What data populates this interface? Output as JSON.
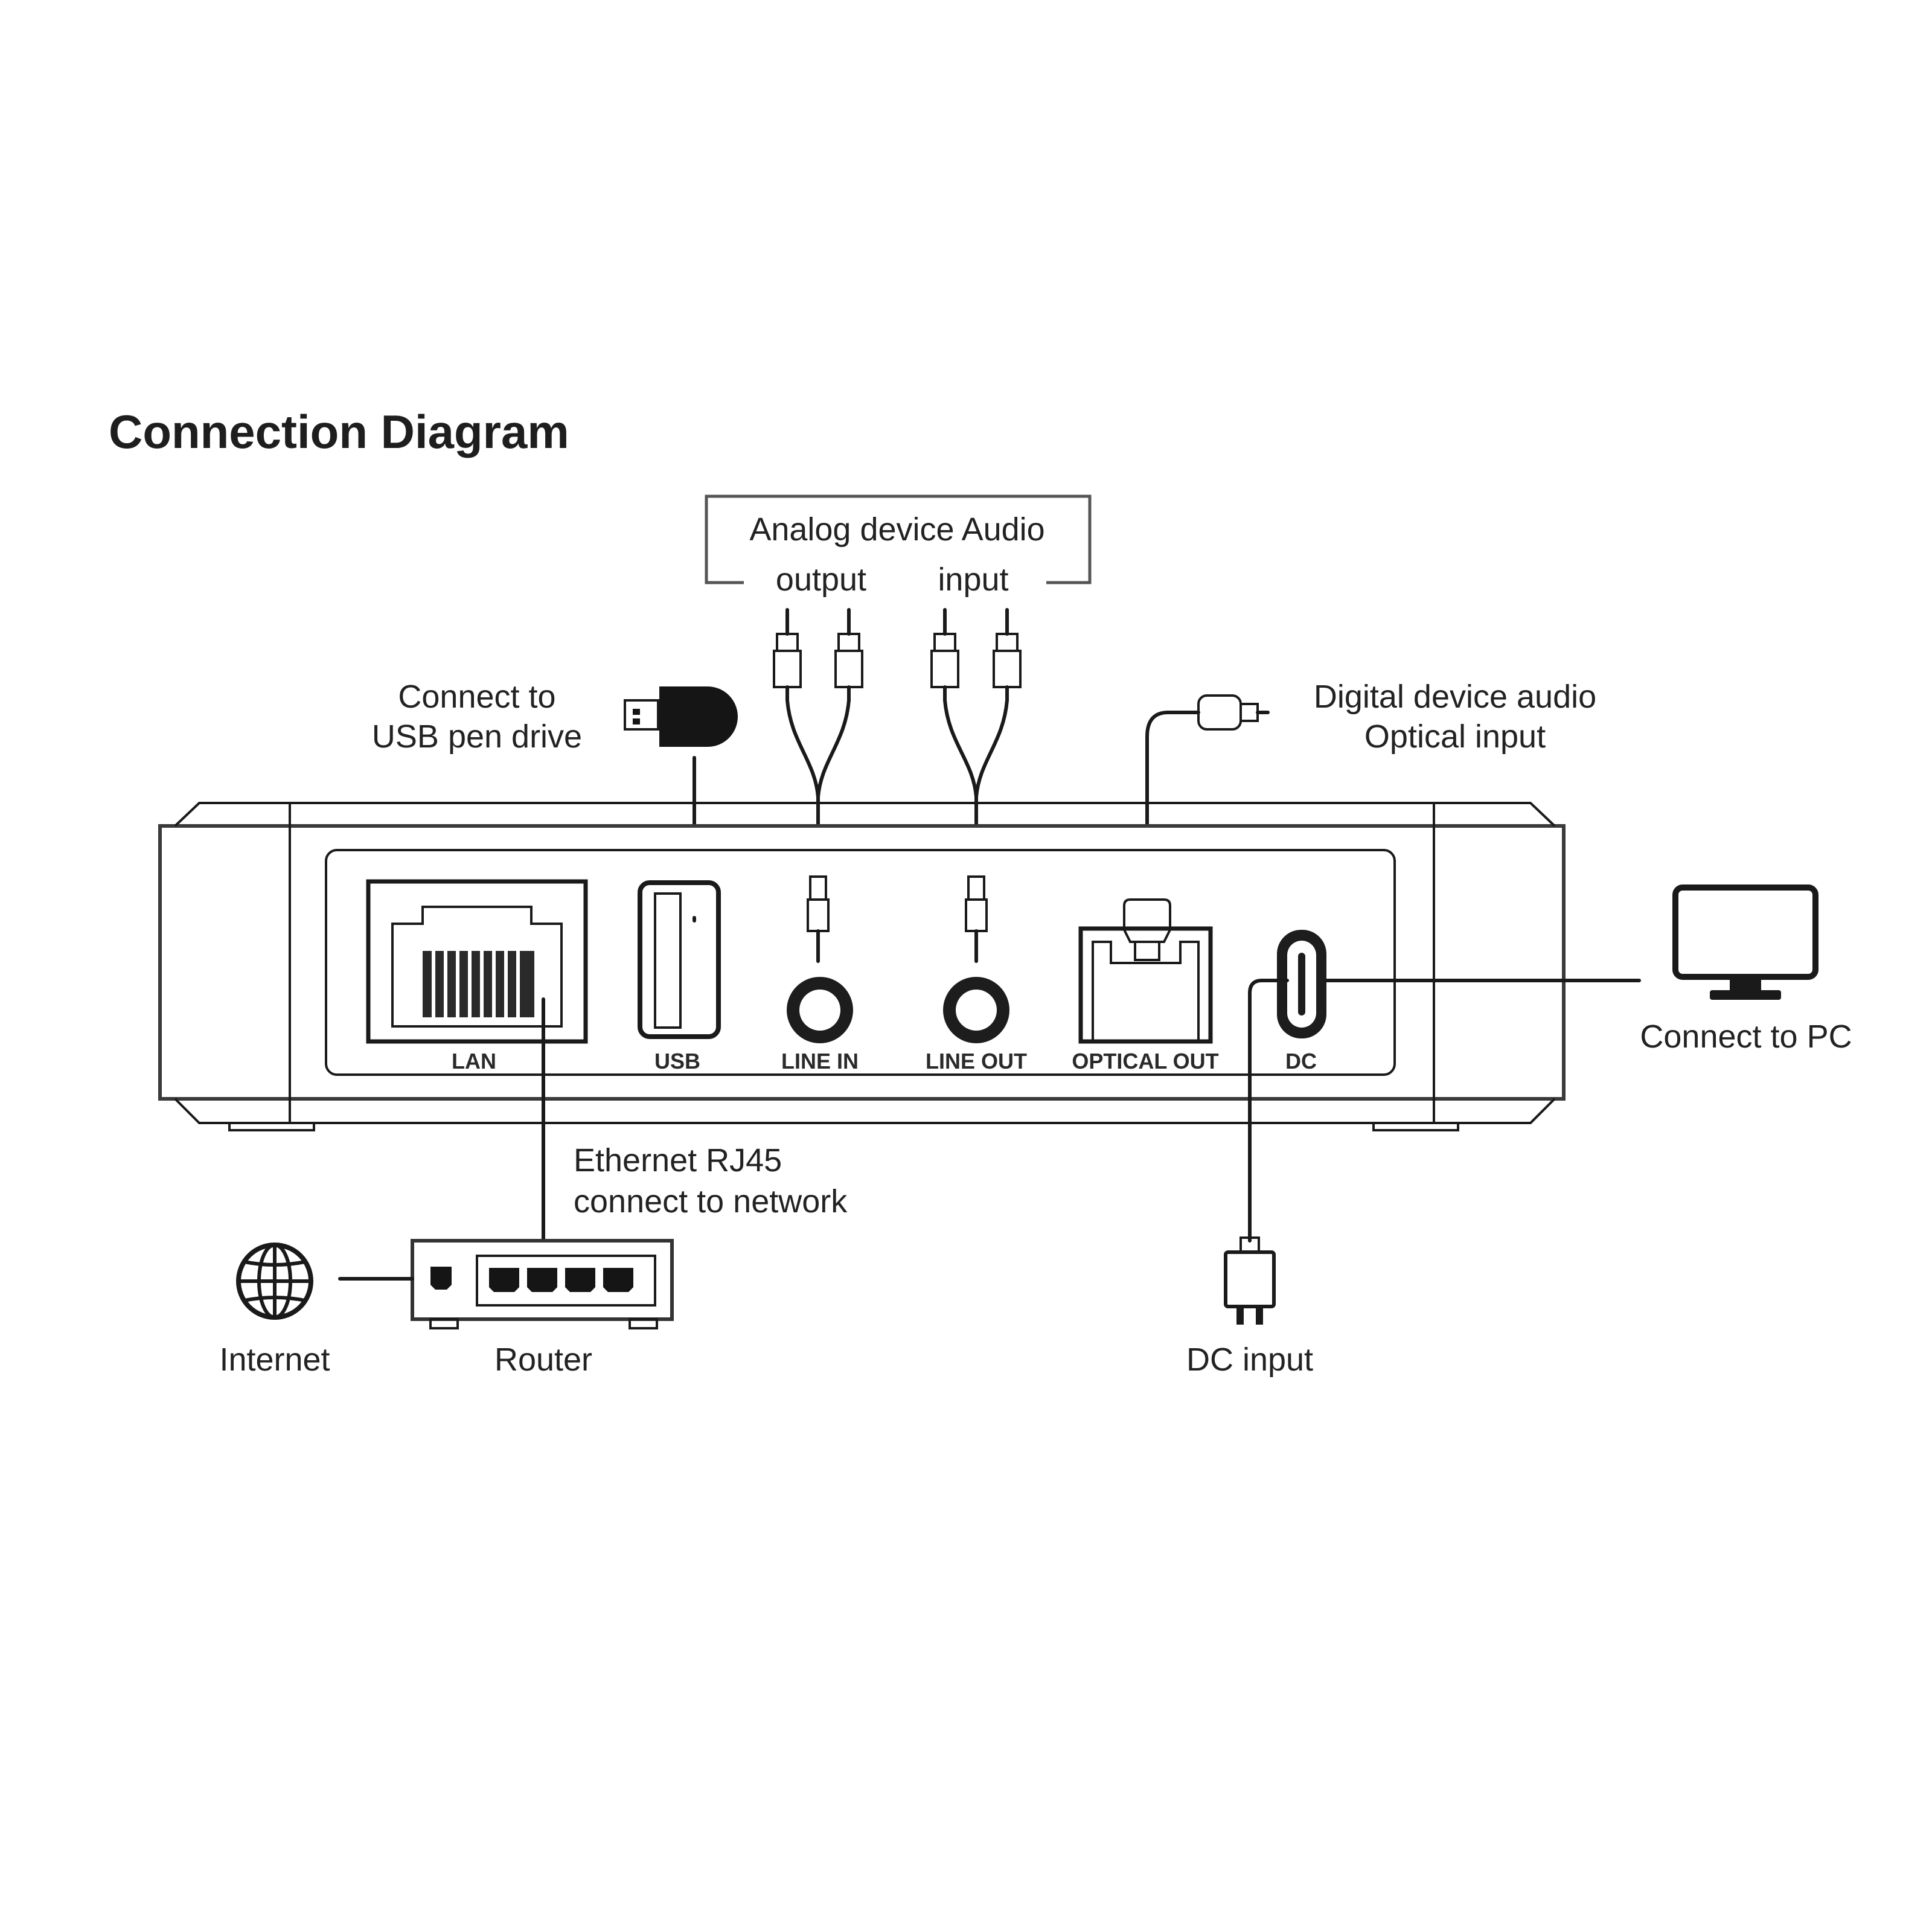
{
  "title": "Connection Diagram",
  "callouts": {
    "analog_box": "Analog device Audio",
    "analog_output": "output",
    "analog_input": "input",
    "usb_line1": "Connect to",
    "usb_line2": "USB pen drive",
    "optical_line1": "Digital device audio",
    "optical_line2": "Optical input",
    "pc": "Connect to PC",
    "ethernet_line1": "Ethernet RJ45",
    "ethernet_line2": "connect to network",
    "internet": "Internet",
    "router": "Router",
    "dc_input": "DC input"
  },
  "ports": {
    "lan": "LAN",
    "usb": "USB",
    "line_in": "LINE IN",
    "line_out": "LINE OUT",
    "optical_out": "OPTICAL OUT",
    "dc": "DC"
  },
  "icons": [
    "usb-pen-drive-icon",
    "rca-plug-icon",
    "optical-plug-icon",
    "monitor-icon",
    "globe-icon",
    "router-icon",
    "power-plug-icon"
  ]
}
